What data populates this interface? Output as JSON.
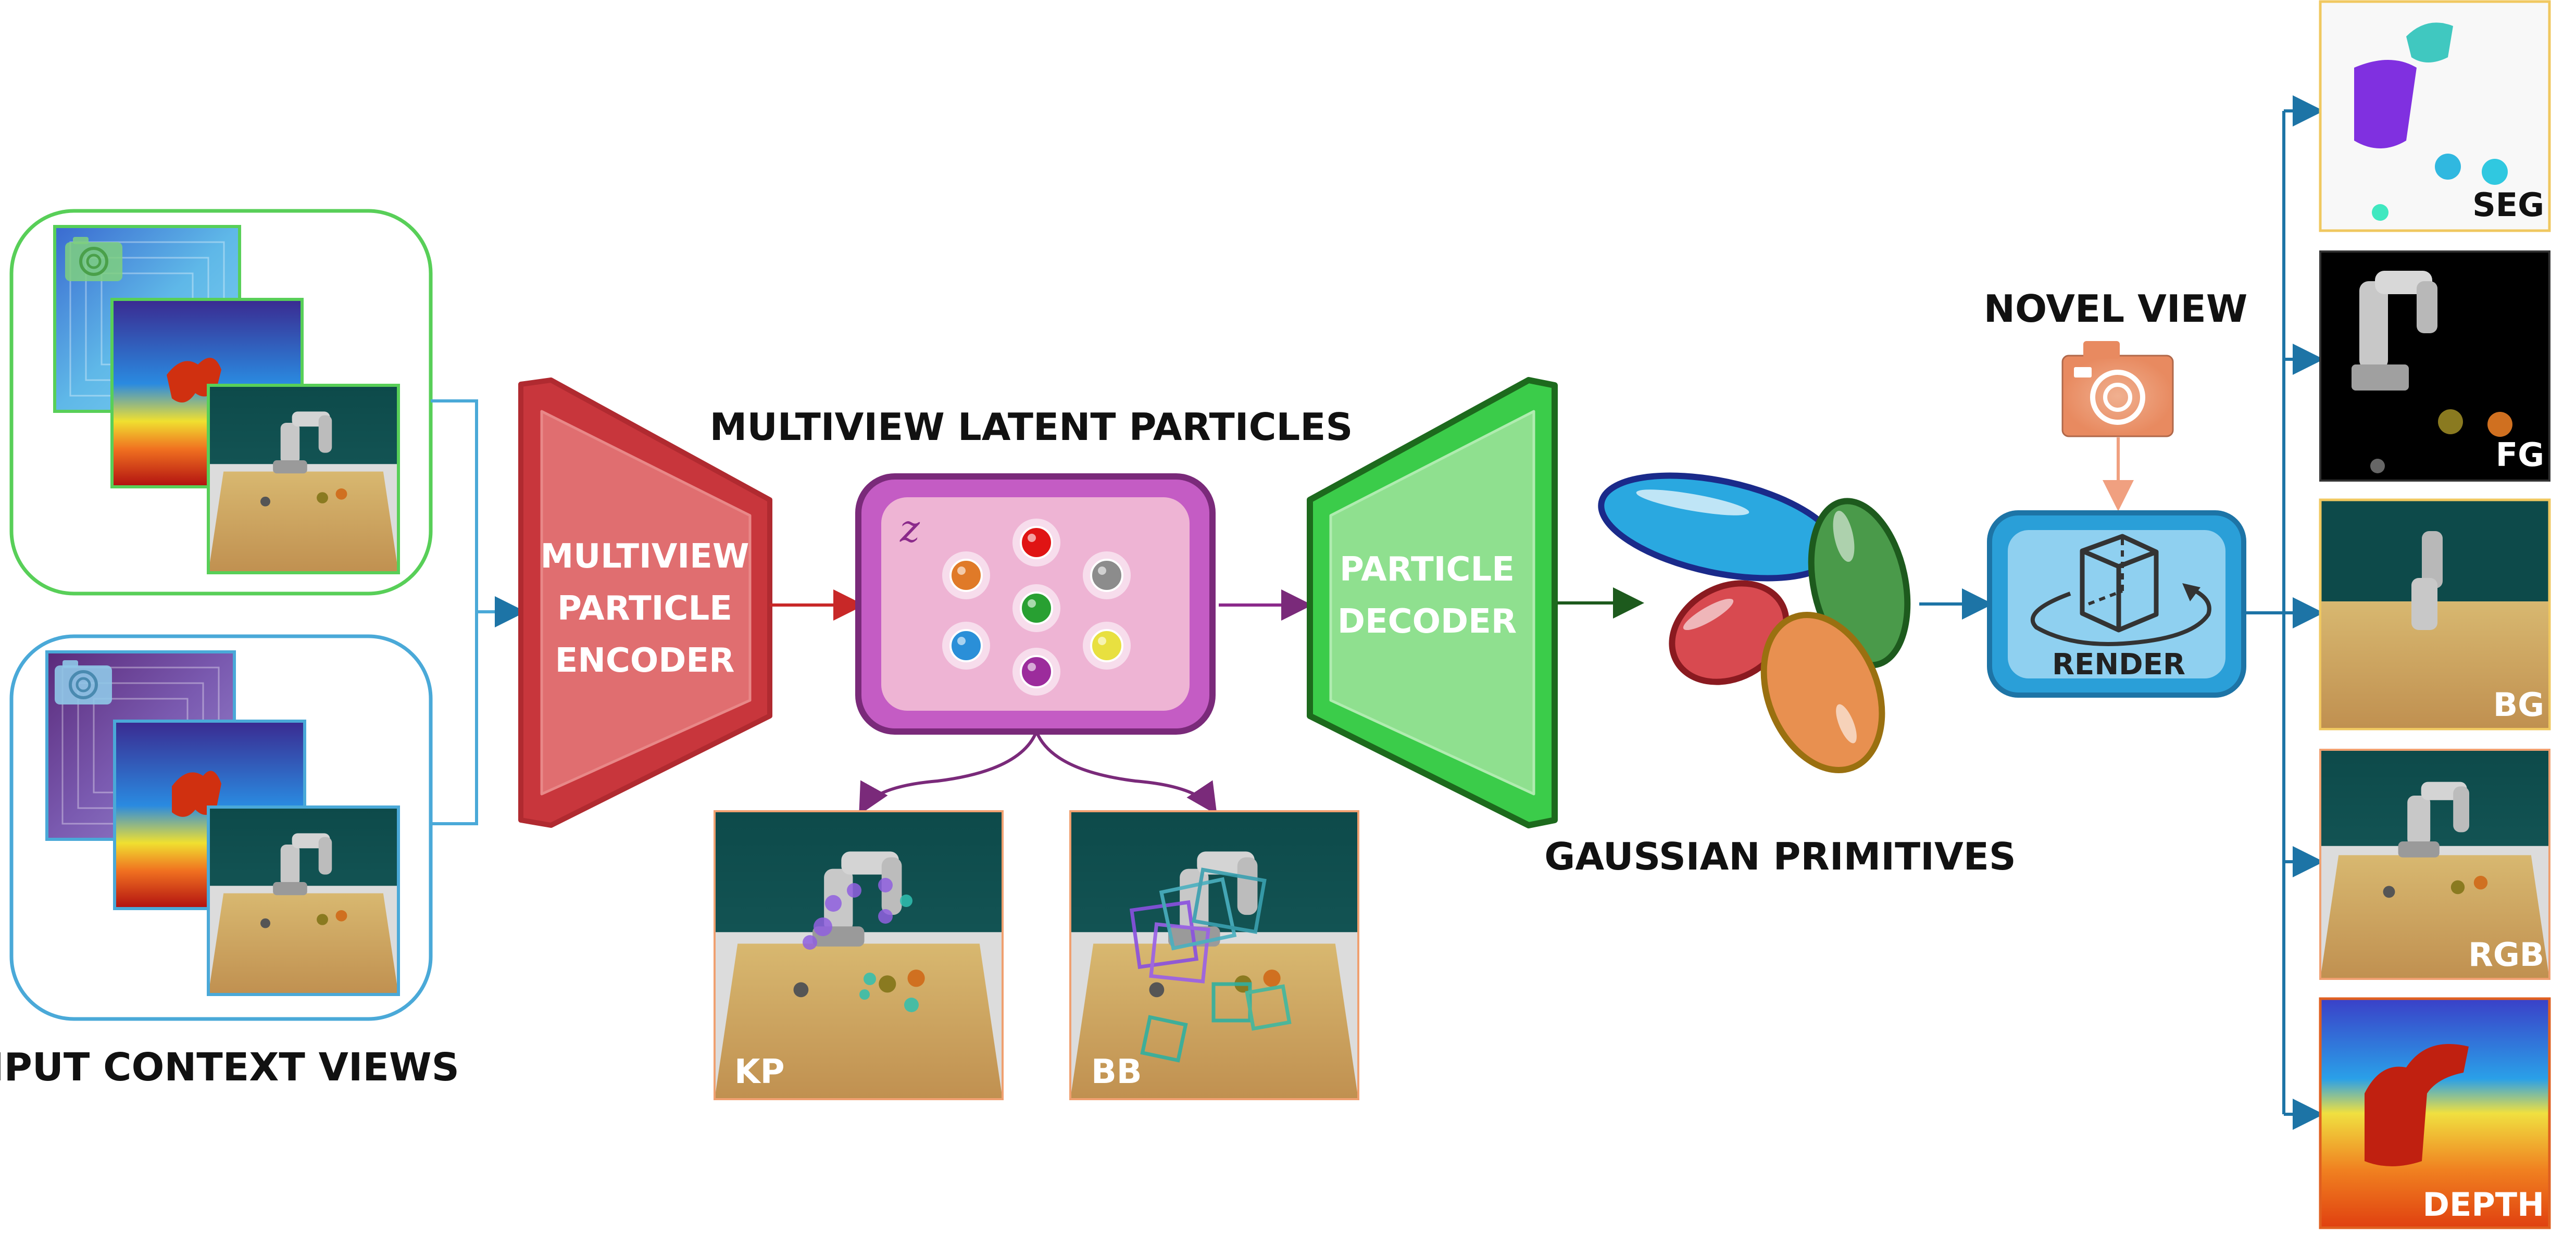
{
  "labels": {
    "input_context_views": "INPUT CONTEXT VIEWS",
    "encoder": [
      "MULTIVIEW",
      "PARTICLE",
      "ENCODER"
    ],
    "latent_particles": "MULTIVIEW LATENT PARTICLES",
    "latent_symbol": "z",
    "decoder": [
      "PARTICLE",
      "DECODER"
    ],
    "gaussian_primitives": "GAUSSIAN PRIMITIVES",
    "novel_view": "NOVEL VIEW",
    "render": "RENDER",
    "kp": "KP",
    "bb": "BB",
    "outputs": [
      "SEG",
      "FG",
      "BG",
      "RGB",
      "DEPTH"
    ]
  },
  "colors": {
    "context_green": "#58cf58",
    "context_blue": "#4aa9d8",
    "encoder": "#d8454a",
    "latent_box": "#c45cc4",
    "decoder": "#3bcc4a",
    "render_box": "#2a9fd8",
    "arrow_blue": "#1d74a6",
    "arrow_red": "#c82828",
    "arrow_purple": "#8b2a8b",
    "arrow_darkgreen": "#1d5a1d"
  },
  "particles": [
    {
      "color": "#e01414"
    },
    {
      "color": "#e07a28"
    },
    {
      "color": "#8c8c8c"
    },
    {
      "color": "#28a032"
    },
    {
      "color": "#2a8fd8"
    },
    {
      "color": "#e8e040"
    },
    {
      "color": "#9c2c9c"
    }
  ],
  "gaussians": [
    {
      "color": "#2aa8e0"
    },
    {
      "color": "#4a9a4a"
    },
    {
      "color": "#d84a50"
    },
    {
      "color": "#e89050"
    }
  ],
  "icons": [
    "camera-icon",
    "render-cube-icon",
    "rotate-arrow-icon"
  ]
}
